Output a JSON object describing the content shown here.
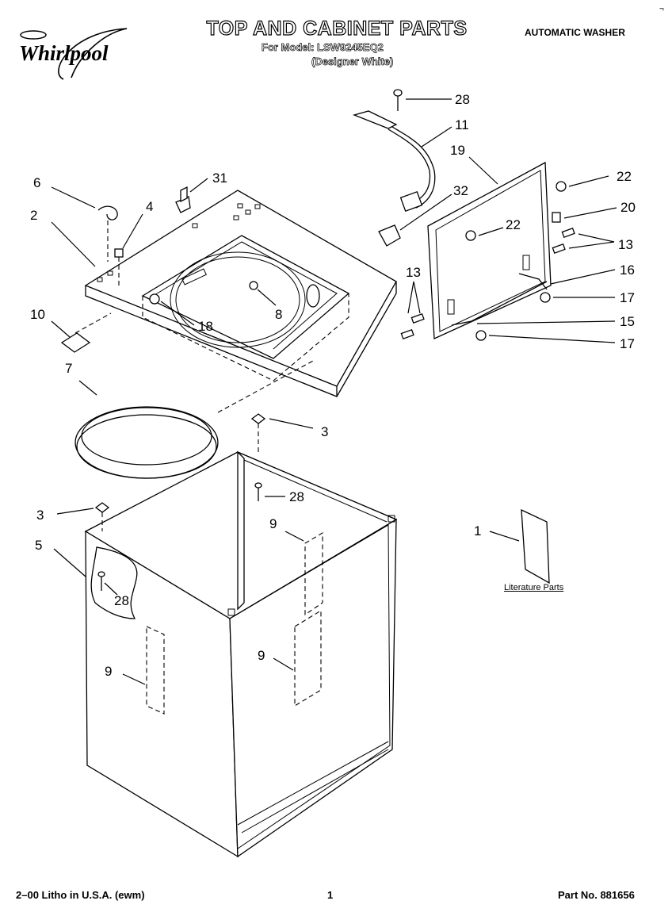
{
  "header": {
    "title": "TOP AND CABINET PARTS",
    "model_line": "For Model: LSW9245EQ2",
    "color_line": "(Designer White)",
    "product": "AUTOMATIC WASHER",
    "brand": "Whirlpool",
    "corner_mark": "¬"
  },
  "literature_label": "Literature Parts",
  "footer": {
    "left": "2–00 Litho in U.S.A. (ewm)",
    "page": "1",
    "part_no": "Part No. 881656"
  },
  "callouts": [
    {
      "id": "c28a",
      "label": "28"
    },
    {
      "id": "c11",
      "label": "11"
    },
    {
      "id": "c19",
      "label": "19"
    },
    {
      "id": "c22a",
      "label": "22"
    },
    {
      "id": "c20",
      "label": "20"
    },
    {
      "id": "c22b",
      "label": "22"
    },
    {
      "id": "c13a",
      "label": "13"
    },
    {
      "id": "c16",
      "label": "16"
    },
    {
      "id": "c17a",
      "label": "17"
    },
    {
      "id": "c15",
      "label": "15"
    },
    {
      "id": "c17b",
      "label": "17"
    },
    {
      "id": "c13b",
      "label": "13"
    },
    {
      "id": "c32",
      "label": "32"
    },
    {
      "id": "c31",
      "label": "31"
    },
    {
      "id": "c6",
      "label": "6"
    },
    {
      "id": "c4",
      "label": "4"
    },
    {
      "id": "c2",
      "label": "2"
    },
    {
      "id": "c10",
      "label": "10"
    },
    {
      "id": "c18",
      "label": "18"
    },
    {
      "id": "c8",
      "label": "8"
    },
    {
      "id": "c7",
      "label": "7"
    },
    {
      "id": "c3a",
      "label": "3"
    },
    {
      "id": "c28b",
      "label": "28"
    },
    {
      "id": "c3b",
      "label": "3"
    },
    {
      "id": "c5",
      "label": "5"
    },
    {
      "id": "c28c",
      "label": "28"
    },
    {
      "id": "c9a",
      "label": "9"
    },
    {
      "id": "c9b",
      "label": "9"
    },
    {
      "id": "c9c",
      "label": "9"
    },
    {
      "id": "c1",
      "label": "1"
    }
  ]
}
